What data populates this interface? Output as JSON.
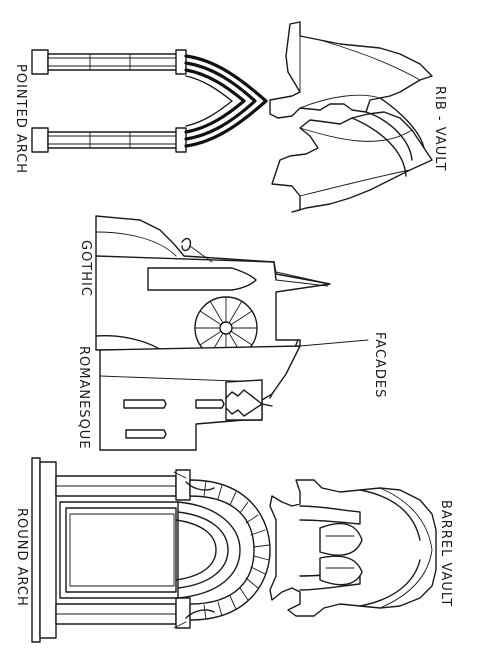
{
  "labels": {
    "pointed_arch": "POINTED ARCH",
    "rib_vault": "RIB - VAULT",
    "gothic": "GOTHIC",
    "facades": "FACADES",
    "romanesque": "ROMANESQUE",
    "round_arch": "ROUND ARCH",
    "barrel_vault": "BARREL VAULT"
  },
  "colors": {
    "ink": "#1a1a1a",
    "paper": "#ffffff"
  }
}
